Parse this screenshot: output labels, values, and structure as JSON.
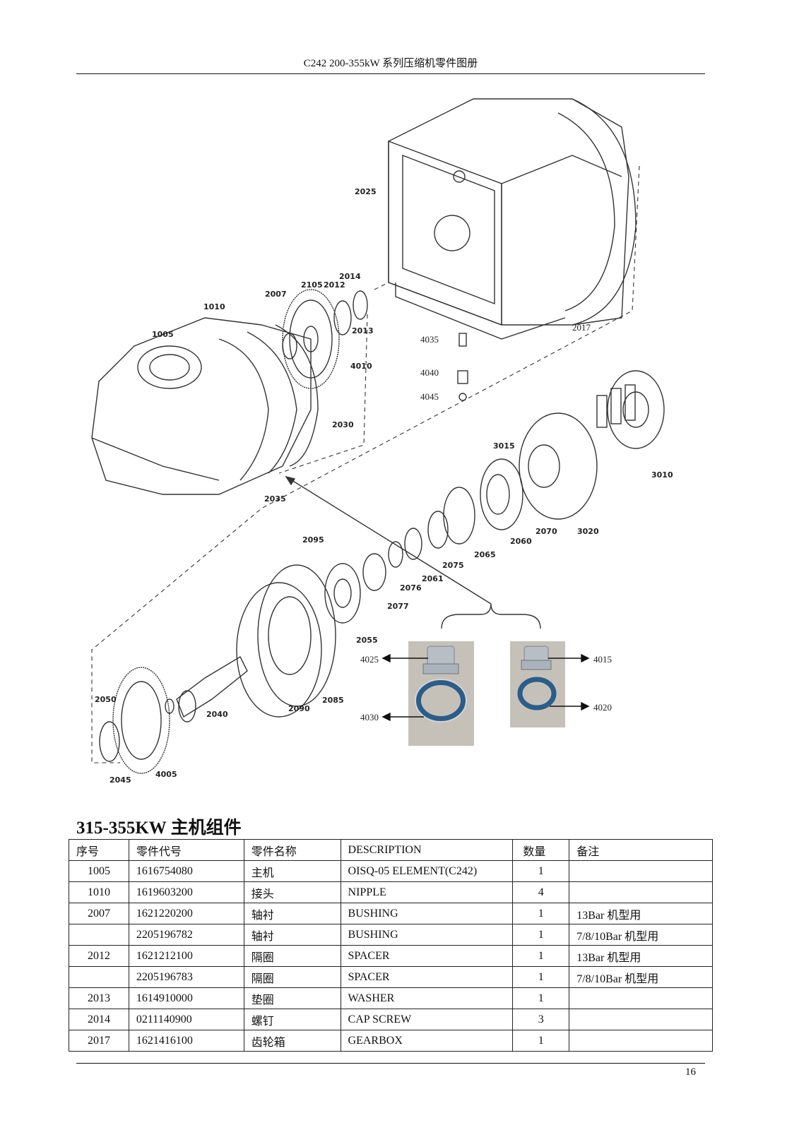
{
  "header": {
    "title": "C242 200-355kW 系列压缩机零件图册"
  },
  "diagram": {
    "callouts": {
      "p2025": "2025",
      "p2017": "2017",
      "p2014": "2014",
      "p2105": "2105",
      "p2012": "2012",
      "p2007": "2007",
      "p1010": "1010",
      "p1005": "1005",
      "p2013": "2013",
      "p4010": "4010",
      "p4035": "4035",
      "p4040": "4040",
      "p4045": "4045",
      "p2030": "2030",
      "p3015": "3015",
      "p3010": "3010",
      "p2035": "2035",
      "p2060": "2060",
      "p2070": "2070",
      "p3020": "3020",
      "p2065": "2065",
      "p2075": "2075",
      "p2095": "2095",
      "p2061": "2061",
      "p2076": "2076",
      "p2077": "2077",
      "p2055": "2055",
      "p4025": "4025",
      "p4015": "4015",
      "p4030": "4030",
      "p4020": "4020",
      "p2050": "2050",
      "p2040": "2040",
      "p2090": "2090",
      "p2085": "2085",
      "p2045": "2045",
      "p4005": "4005"
    }
  },
  "section": {
    "title": "315-355KW 主机组件"
  },
  "table": {
    "headers": [
      "序号",
      "零件代号",
      "零件名称",
      "DESCRIPTION",
      "数量",
      "备注"
    ],
    "rows": [
      [
        "1005",
        "1616754080",
        "主机",
        "OISQ-05 ELEMENT(C242)",
        "1",
        ""
      ],
      [
        "1010",
        "1619603200",
        "接头",
        "NIPPLE",
        "4",
        ""
      ],
      [
        "2007",
        "1621220200",
        "轴衬",
        "BUSHING",
        "1",
        "13Bar  机型用"
      ],
      [
        "",
        "2205196782",
        "轴衬",
        "BUSHING",
        "1",
        "7/8/10Bar 机型用"
      ],
      [
        "2012",
        "1621212100",
        "隔圈",
        "SPACER",
        "1",
        "13Bar  机型用"
      ],
      [
        "",
        "2205196783",
        "隔圈",
        "SPACER",
        "1",
        "7/8/10Bar 机型用"
      ],
      [
        "2013",
        "1614910000",
        "垫圈",
        "WASHER",
        "1",
        ""
      ],
      [
        "2014",
        "0211140900",
        "螺钉",
        "CAP SCREW",
        "3",
        ""
      ],
      [
        "2017",
        "1621416100",
        "齿轮箱",
        "GEARBOX",
        "1",
        ""
      ]
    ]
  },
  "footer": {
    "page_number": "16"
  }
}
